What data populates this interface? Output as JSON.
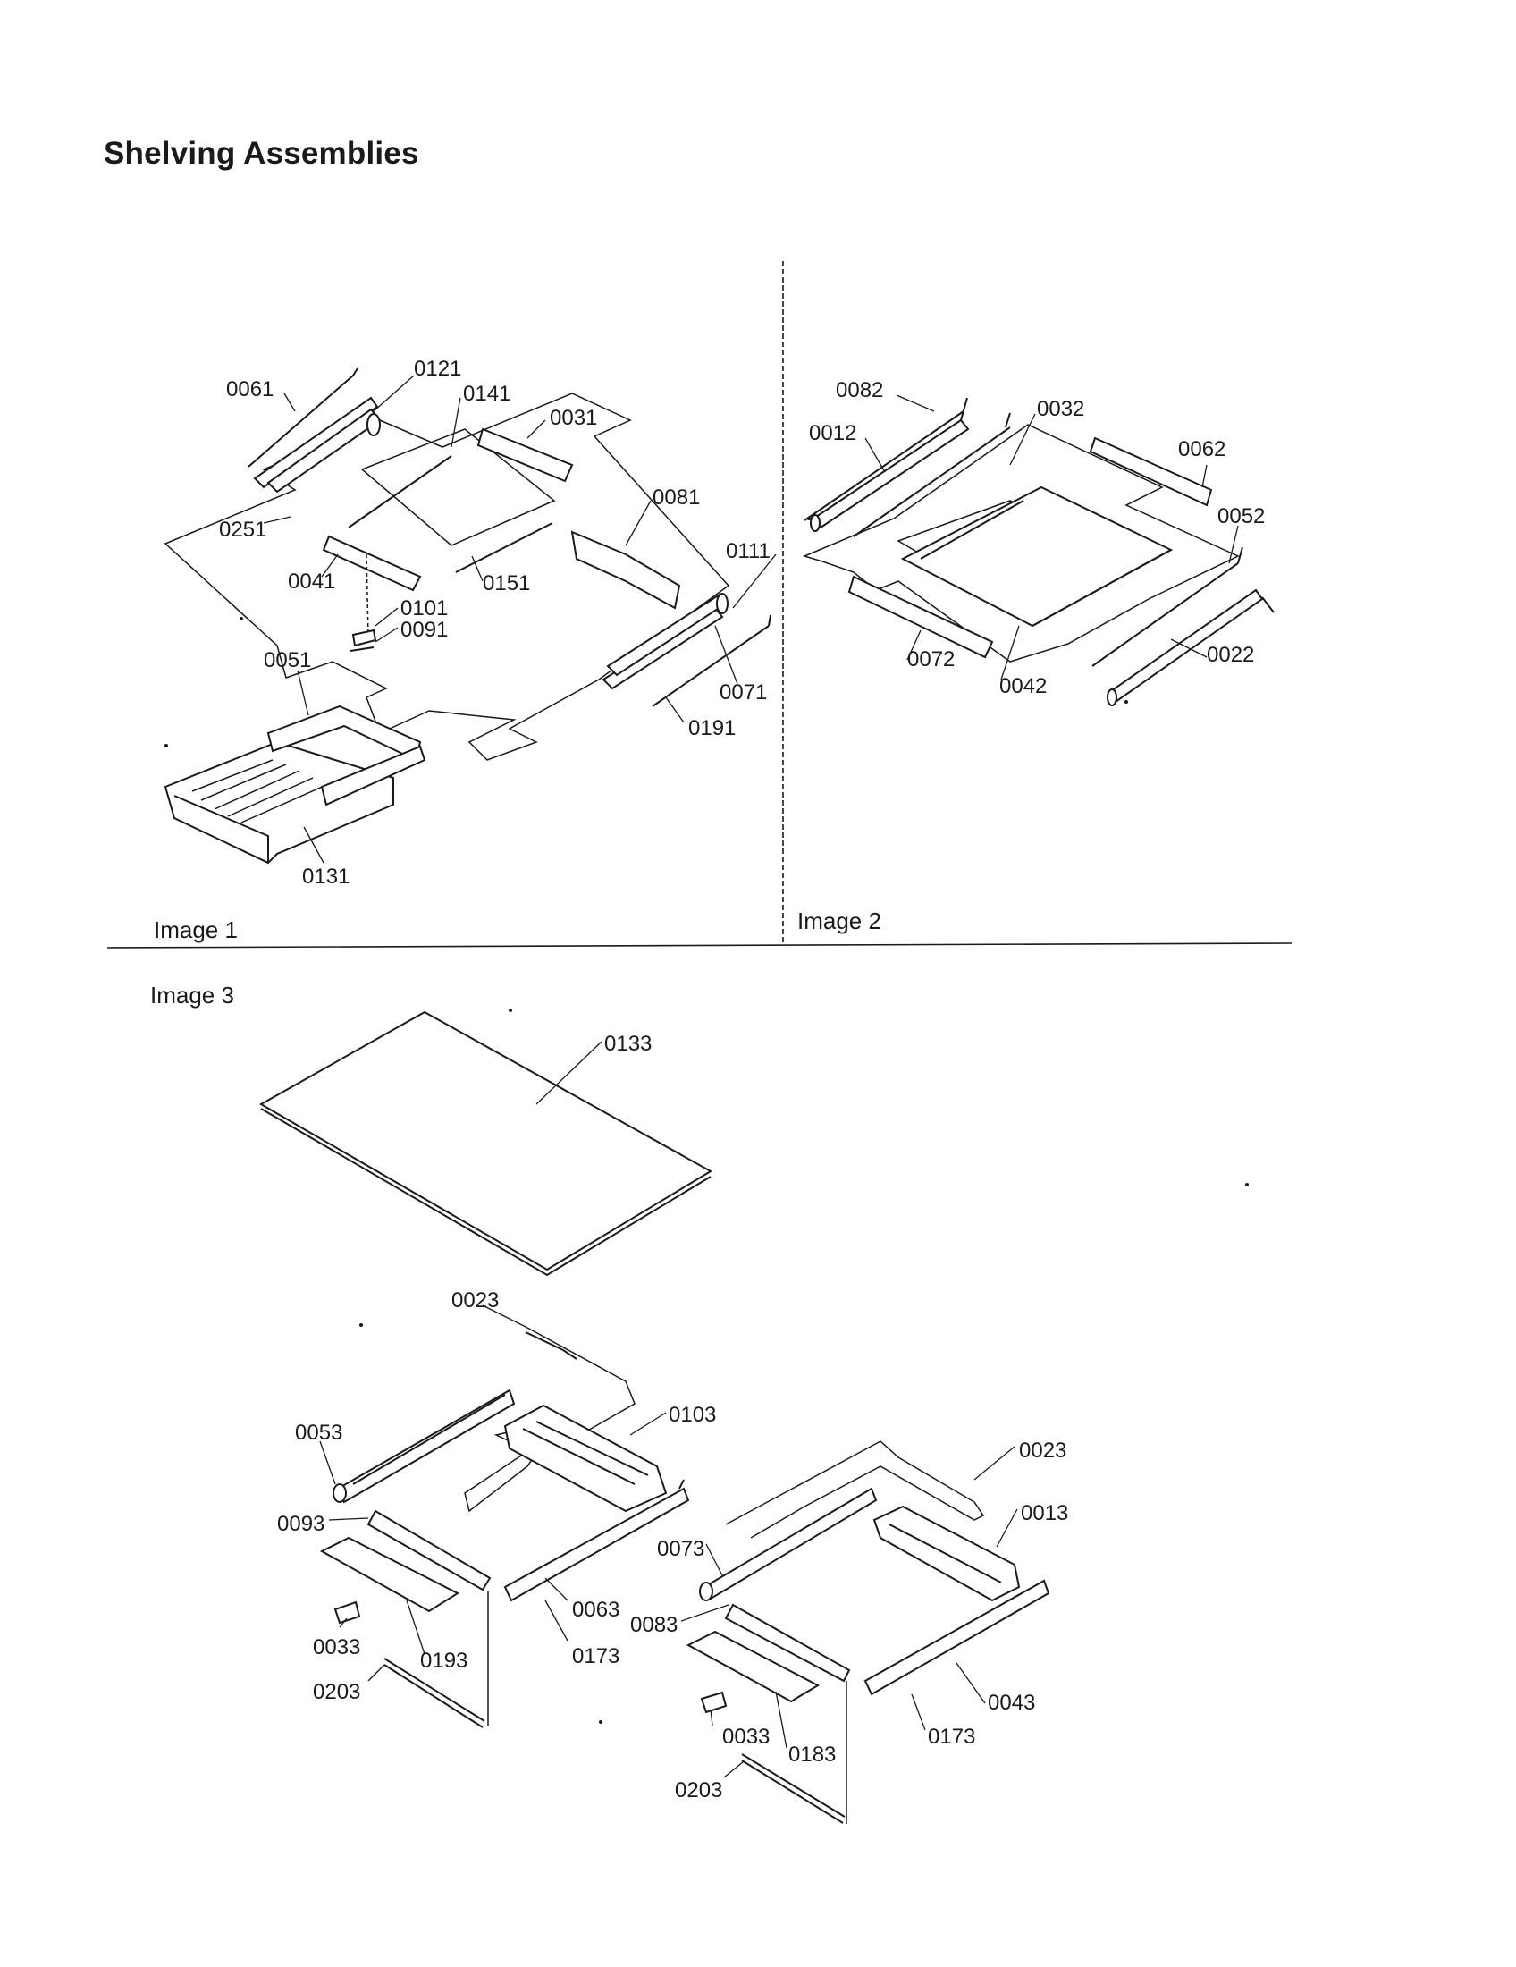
{
  "title": "Shelving Assemblies",
  "image_labels": {
    "image1": "Image 1",
    "image2": "Image 2",
    "image3": "Image 3"
  },
  "parts": {
    "image1": [
      "0061",
      "0121",
      "0141",
      "0031",
      "0081",
      "0251",
      "0041",
      "0151",
      "0101",
      "0091",
      "0111",
      "0051",
      "0071",
      "0191",
      "0131"
    ],
    "image2": [
      "0082",
      "0032",
      "0012",
      "0062",
      "0052",
      "0072",
      "0042",
      "0022"
    ],
    "image3": [
      "0133",
      "0023",
      "0103",
      "0053",
      "0093",
      "0063",
      "0033",
      "0193",
      "0173",
      "0203",
      "0023",
      "0013",
      "0073",
      "0083",
      "0043",
      "0033",
      "0183",
      "0173",
      "0203"
    ]
  }
}
